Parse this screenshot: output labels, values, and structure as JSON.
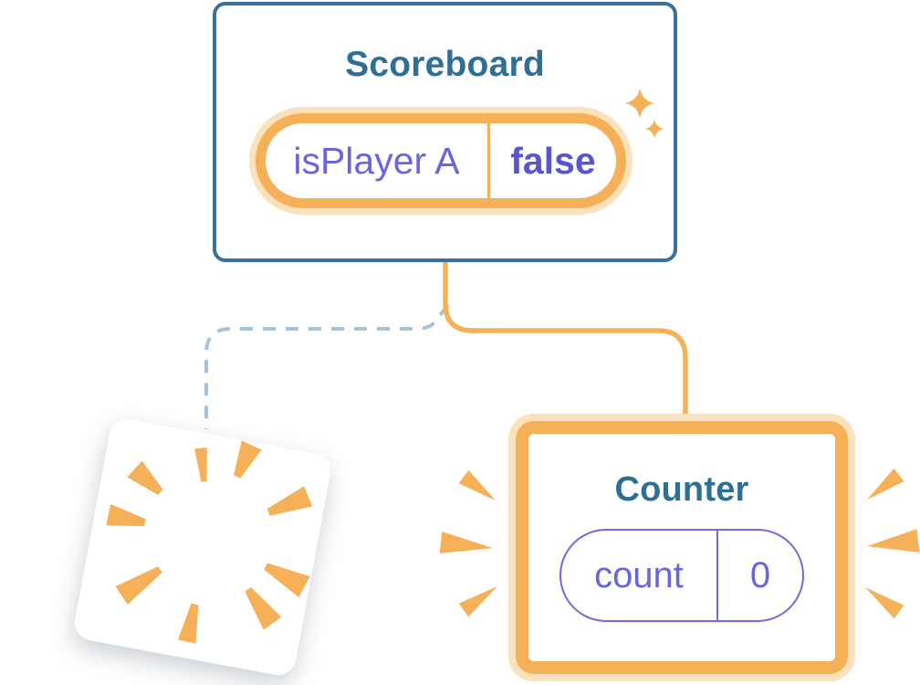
{
  "colors": {
    "bg": "#FFFFFF",
    "card_border_blue": "#38719E",
    "title_teal": "#2F6F96",
    "orange": "#F6B158",
    "orange_light": "#FBE2BC",
    "purple": "#6966DC",
    "purple_bold": "#5755D1",
    "pill_border_purple": "#6E6CDC",
    "dashed_blue": "#A5C2D8"
  },
  "scoreboard": {
    "title": "Scoreboard",
    "state": {
      "label": "isPlayer A",
      "value": "false"
    }
  },
  "counter": {
    "title": "Counter",
    "state": {
      "label": "count",
      "value": "0"
    }
  },
  "icons": {
    "sparkles": "sparkle-stars",
    "burst": "explosion-burst",
    "sparks_left": "impact-sparks-left",
    "sparks_right": "impact-sparks-right"
  }
}
